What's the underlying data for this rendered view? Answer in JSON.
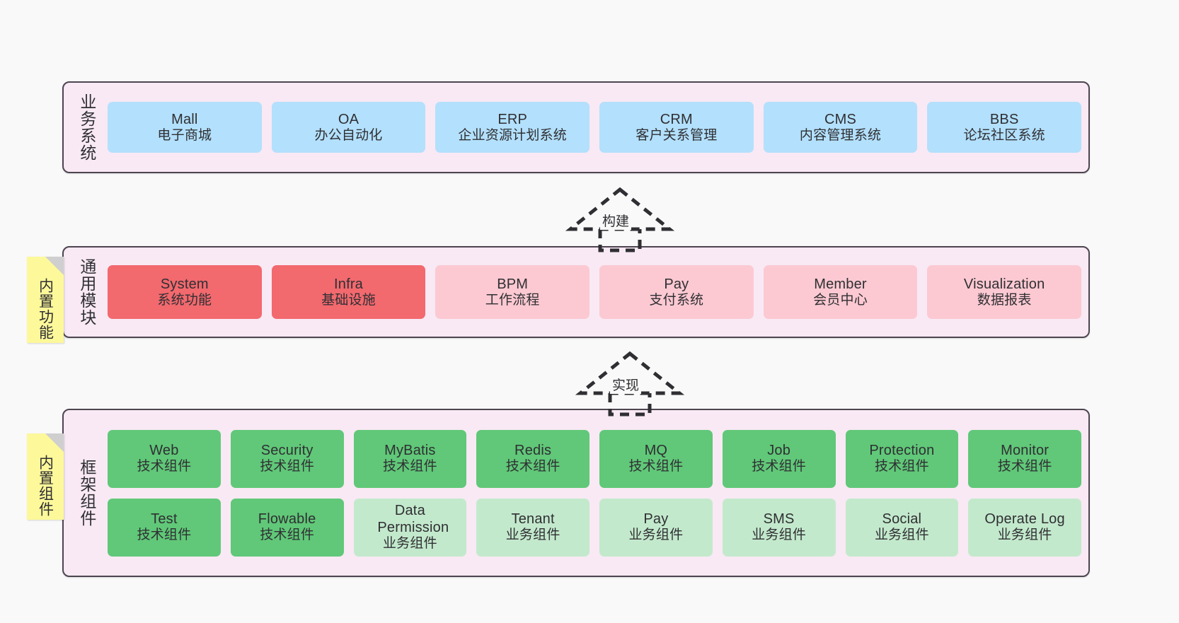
{
  "diagram": {
    "background": "#f9f9f9",
    "panel_fill": "#f8e9f4",
    "panel_border": "#4d4550",
    "note_fill": "#fdf89a",
    "note_fold": "#cfcfcf"
  },
  "layers": [
    {
      "id": "business-system",
      "title": "业务系统",
      "note": null,
      "rows": [
        {
          "cards": [
            {
              "name": "Mall",
              "sub": "电子商城",
              "color": "#b3e0fc",
              "style": "c-blue"
            },
            {
              "name": "OA",
              "sub": "办公自动化",
              "color": "#b3e0fc",
              "style": "c-blue"
            },
            {
              "name": "ERP",
              "sub": "企业资源计划系统",
              "color": "#b3e0fc",
              "style": "c-blue"
            },
            {
              "name": "CRM",
              "sub": "客户关系管理",
              "color": "#b3e0fc",
              "style": "c-blue"
            },
            {
              "name": "CMS",
              "sub": "内容管理系统",
              "color": "#b3e0fc",
              "style": "c-blue"
            },
            {
              "name": "BBS",
              "sub": "论坛社区系统",
              "color": "#b3e0fc",
              "style": "c-blue"
            }
          ]
        }
      ]
    },
    {
      "id": "common-module",
      "title": "通用模块",
      "note": "内置功能",
      "rows": [
        {
          "cards": [
            {
              "name": "System",
              "sub": "系统功能",
              "color": "#f2696e",
              "style": "c-red"
            },
            {
              "name": "Infra",
              "sub": "基础设施",
              "color": "#f2696e",
              "style": "c-red"
            },
            {
              "name": "BPM",
              "sub": "工作流程",
              "color": "#fcc9d2",
              "style": "c-pink"
            },
            {
              "name": "Pay",
              "sub": "支付系统",
              "color": "#fcc9d2",
              "style": "c-pink"
            },
            {
              "name": "Member",
              "sub": "会员中心",
              "color": "#fcc9d2",
              "style": "c-pink"
            },
            {
              "name": "Visualization",
              "sub": "数据报表",
              "color": "#fcc9d2",
              "style": "c-pink"
            }
          ]
        }
      ]
    },
    {
      "id": "framework-component",
      "title": "框架组件",
      "note": "内置组件",
      "rows": [
        {
          "cards": [
            {
              "name": "Web",
              "sub": "技术组件",
              "color": "#60c878",
              "style": "c-green"
            },
            {
              "name": "Security",
              "sub": "技术组件",
              "color": "#60c878",
              "style": "c-green"
            },
            {
              "name": "MyBatis",
              "sub": "技术组件",
              "color": "#60c878",
              "style": "c-green"
            },
            {
              "name": "Redis",
              "sub": "技术组件",
              "color": "#60c878",
              "style": "c-green"
            },
            {
              "name": "MQ",
              "sub": "技术组件",
              "color": "#60c878",
              "style": "c-green"
            },
            {
              "name": "Job",
              "sub": "技术组件",
              "color": "#60c878",
              "style": "c-green"
            },
            {
              "name": "Protection",
              "sub": "技术组件",
              "color": "#60c878",
              "style": "c-green"
            },
            {
              "name": "Monitor",
              "sub": "技术组件",
              "color": "#60c878",
              "style": "c-green"
            }
          ]
        },
        {
          "cards": [
            {
              "name": "Test",
              "sub": "技术组件",
              "color": "#60c878",
              "style": "c-green"
            },
            {
              "name": "Flowable",
              "sub": "技术组件",
              "color": "#60c878",
              "style": "c-green"
            },
            {
              "name": "Data Permission",
              "sub": "业务组件",
              "color": "#c3e9cc",
              "style": "c-lgreen"
            },
            {
              "name": "Tenant",
              "sub": "业务组件",
              "color": "#c3e9cc",
              "style": "c-lgreen"
            },
            {
              "name": "Pay",
              "sub": "业务组件",
              "color": "#c3e9cc",
              "style": "c-lgreen"
            },
            {
              "name": "SMS",
              "sub": "业务组件",
              "color": "#c3e9cc",
              "style": "c-lgreen"
            },
            {
              "name": "Social",
              "sub": "业务组件",
              "color": "#c3e9cc",
              "style": "c-lgreen"
            },
            {
              "name": "Operate Log",
              "sub": "业务组件",
              "color": "#c3e9cc",
              "style": "c-lgreen"
            }
          ]
        }
      ]
    }
  ],
  "connectors": [
    {
      "id": "build",
      "label": "构建",
      "from": "common-module",
      "to": "business-system",
      "style": "dashed-hollow-triangle"
    },
    {
      "id": "implement",
      "label": "实现",
      "from": "framework-component",
      "to": "common-module",
      "style": "dashed-hollow-triangle"
    }
  ]
}
